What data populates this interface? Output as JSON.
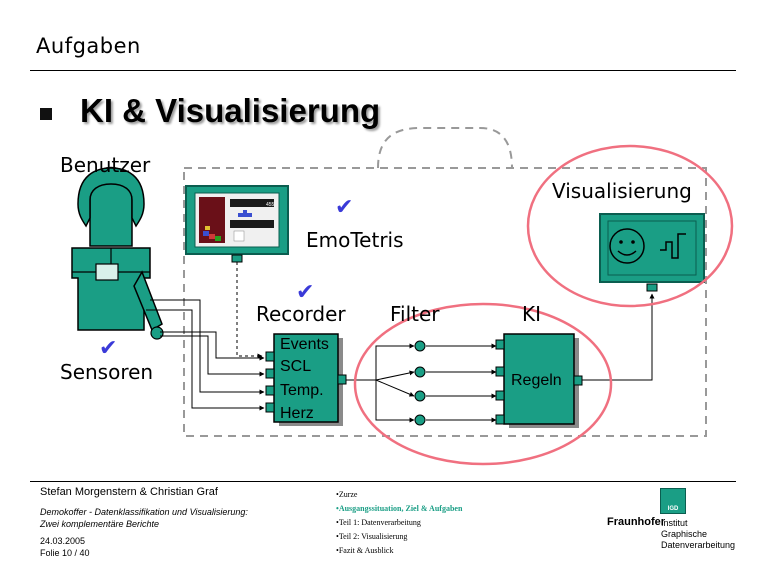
{
  "header": {
    "section_title": "Aufgaben",
    "slide_title": "KI & Visualisierung"
  },
  "diagram": {
    "labels": {
      "benutzer": "Benutzer",
      "sensoren": "Sensoren",
      "emotetris": "EmoTetris",
      "recorder": "Recorder",
      "filter": "Filter",
      "ki": "KI",
      "visualisierung": "Visualisierung"
    },
    "recorder_channels": [
      "Events",
      "SCL",
      "Temp.",
      "Herz"
    ],
    "ki_box_label": "Regeln",
    "tetris_score": "455",
    "colors": {
      "teal": "#1a9e85",
      "teal_dark": "#0b5e50",
      "highlight_ring": "#f07080",
      "check": "#3a3ad8"
    }
  },
  "footer": {
    "authors": "Stefan Morgenstern & Christian Graf",
    "subtitle_line1": "Demokoffer - Datenklassifikation und Visualisierung:",
    "subtitle_line2": "Zwei komplementäre Berichte",
    "date": "24.03.2005",
    "slide_number": "Folie 10 / 40",
    "agenda": [
      "Zurze",
      "Ausgangssituation, Ziel & Aufgaben",
      "Teil 1: Datenverarbeitung",
      "Teil 2: Visualisierung",
      "Fazit & Ausblick"
    ],
    "agenda_active_index": 1,
    "logo": {
      "badge": "IGD",
      "brand": "Fraunhofer",
      "line1": "Institut",
      "line2": "Graphische",
      "line3": "Datenverarbeitung"
    }
  }
}
